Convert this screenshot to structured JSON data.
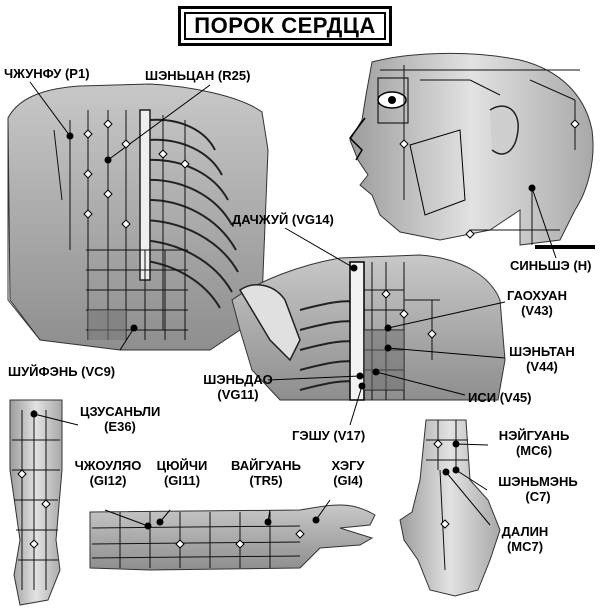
{
  "title": "ПОРОК СЕРДЦА",
  "labels": {
    "chzhunfu": "ЧЖУНФУ (P1)",
    "shentsan": "ШЭНЬЦАН (R25)",
    "dachzhui": "ДАЧЖУЙ (VG14)",
    "sinshe": "СИНЬШЭ (H)",
    "gaohuan_name": "ГАОХУАН",
    "gaohuan_code": "(V43)",
    "shuifen": "ШУЙФЭНЬ (VC9)",
    "shentan_name": "ШЭНЬТАН",
    "shentan_code": "(V44)",
    "shendao_name": "ШЭНЬДАО",
    "shendao_code": "(VG11)",
    "isi": "ИСИ (V45)",
    "geshu": "ГЭШУ (V17)",
    "tszusanli_name": "ЦЗУСАНЬЛИ",
    "tszusanli_code": "(E36)",
    "neiguan_name": "НЭЙГУАНЬ",
    "neiguan_code": "(MC6)",
    "chzhoulyao_name": "ЧЖОУЛЯО",
    "chzhoulyao_code": "(GI12)",
    "tsyuichi_name": "ЦЮЙЧИ",
    "tsyuichi_code": "(GI11)",
    "vaiguan_name": "ВАЙГУАНЬ",
    "vaiguan_code": "(TR5)",
    "hegu_name": "ХЭГУ",
    "hegu_code": "(GI4)",
    "shenmen_name": "ШЭНЬМЭНЬ",
    "shenmen_code": "(C7)",
    "dalin_name": "ДАЛИН",
    "dalin_code": "(MC7)"
  },
  "colors": {
    "ink": "#000000",
    "skin": "#d9d9d9",
    "skin_dark": "#9a9a9a",
    "paper": "#ffffff"
  }
}
